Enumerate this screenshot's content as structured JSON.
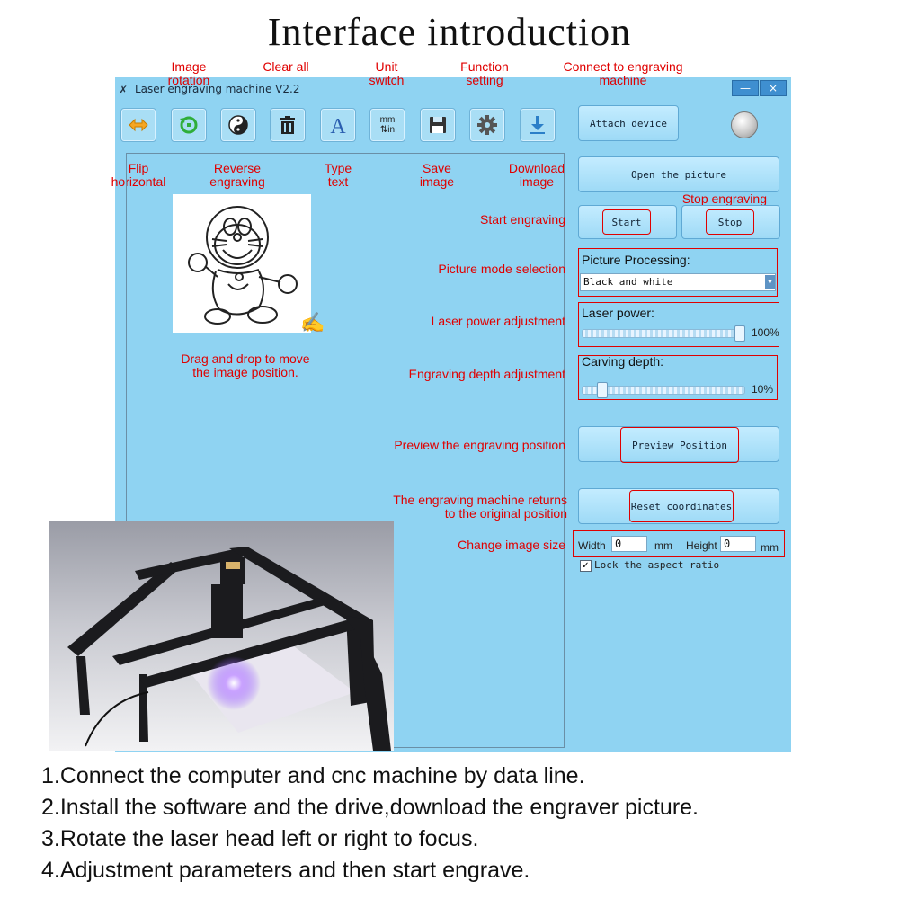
{
  "page_title": "Interface introduction",
  "window": {
    "title": "Laser engraving machine V2.2",
    "minimize_label": "—",
    "close_label": "×"
  },
  "toolbar": {
    "top_annotations": {
      "image_rotation": "Image rotation",
      "clear_all": "Clear all",
      "unit_switch": "Unit switch",
      "function_setting": "Function setting",
      "connect": "Connect to engraving machine"
    },
    "bottom_annotations": {
      "flip_horizontal": "Flip horizontal",
      "reverse_engraving": "Reverse engraving",
      "type_text": "Type text",
      "save_image": "Save image",
      "download_image": "Download image"
    },
    "unit_icon_top": "mm",
    "unit_icon_bottom": "⇅in"
  },
  "buttons": {
    "attach_device": "Attach device",
    "open_picture": "Open the picture",
    "start": "Start",
    "stop": "Stop",
    "preview_position": "Preview Position",
    "reset_coordinates": "Reset coordinates"
  },
  "panel": {
    "picture_processing_label": "Picture Processing:",
    "picture_mode_value": "Black and white",
    "laser_power_label": "Laser power:",
    "laser_power_value": "100%",
    "laser_power_level": 1.0,
    "carving_depth_label": "Carving depth:",
    "carving_depth_value": "10%",
    "carving_depth_level": 0.1,
    "width_label": "Width",
    "width_value": "0",
    "height_label": "Height",
    "height_value": "0",
    "unit_mm": "mm",
    "lock_aspect_label": "Lock the aspect ratio",
    "lock_aspect_checked": true
  },
  "annotations": {
    "stop_engraving": "Stop engraving",
    "start_engraving": "Start engraving",
    "picture_mode_selection": "Picture mode selection",
    "laser_power_adjustment": "Laser power adjustment",
    "engraving_depth_adjustment": "Engraving depth adjustment",
    "preview_engraving_position": "Preview the engraving position",
    "return_line1": "The engraving machine returns",
    "return_line2": "to the original position",
    "change_image_size": "Change image size",
    "drag_drop_line1": "Drag and drop to move",
    "drag_drop_line2": "the image position."
  },
  "steps": [
    "1.Connect the computer and cnc machine by data line.",
    "2.Install the software and the drive,download the engraver picture.",
    "3.Rotate the laser head left or right to focus.",
    "4.Adjustment parameters and then start engrave."
  ],
  "colors": {
    "window_bg": "#8fd3f2",
    "annotation_red": "#e00000",
    "toolbar_icon_blue": "#2b6ea8"
  }
}
